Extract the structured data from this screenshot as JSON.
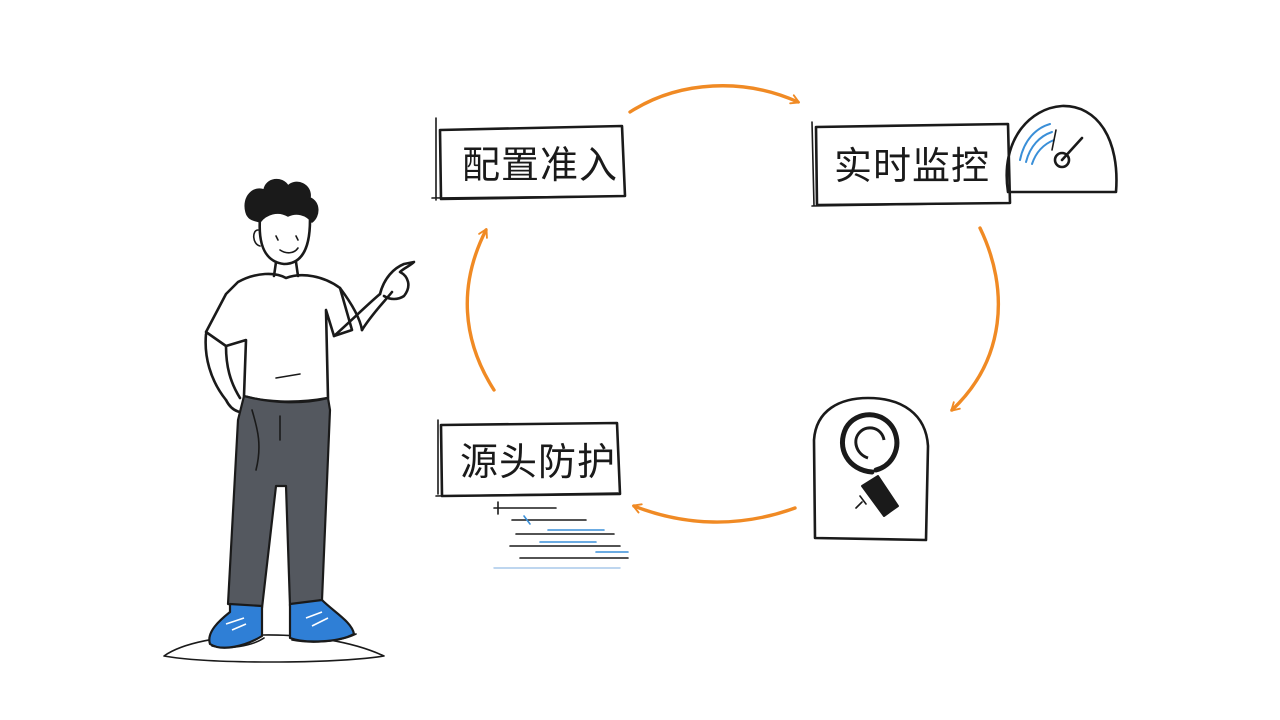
{
  "diagram": {
    "nodes": [
      {
        "id": "config-inject",
        "label": "配置准入"
      },
      {
        "id": "realtime-monitor",
        "label": "实时监控"
      },
      {
        "id": "source-protect",
        "label": "源头防护"
      }
    ],
    "edges": [
      {
        "from": "config-inject",
        "to": "realtime-monitor"
      },
      {
        "from": "realtime-monitor",
        "to": "inspection-device"
      },
      {
        "from": "inspection-device",
        "to": "source-protect"
      },
      {
        "from": "source-protect",
        "to": "config-inject"
      }
    ],
    "icons": {
      "monitor": "gauge-icon",
      "inspect": "magnifier-icon",
      "doc": "document-lines-icon",
      "presenter": "person-illustration"
    },
    "colors": {
      "arrow": "#f08a24",
      "ink": "#1a1a1a",
      "accent_blue": "#3a8fd8",
      "pants": "#54585f",
      "shoes": "#2f7fd6"
    }
  }
}
